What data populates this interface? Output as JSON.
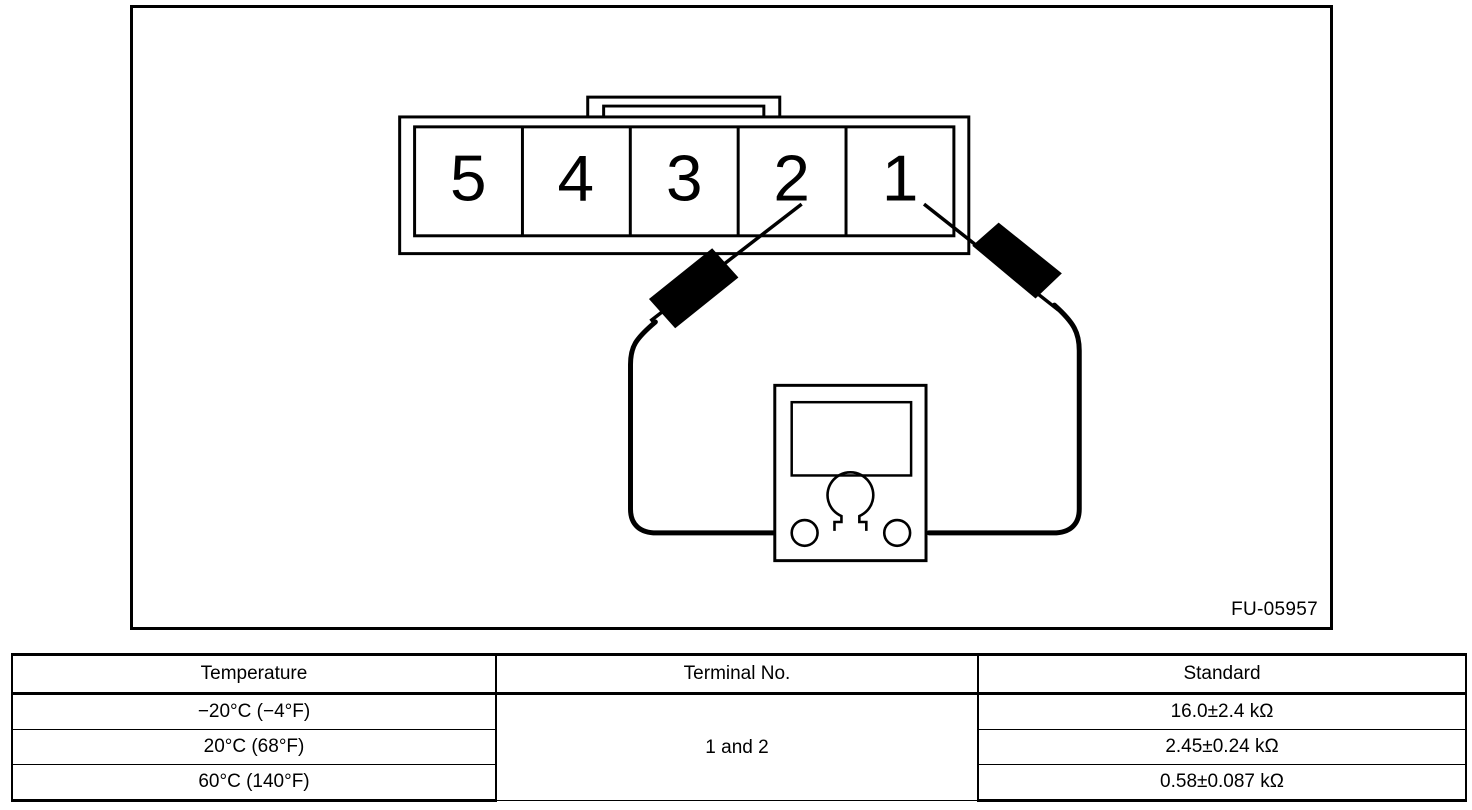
{
  "figure": {
    "code": "FU-05957",
    "connector": {
      "name": "5-pin connector",
      "pins": [
        "5",
        "4",
        "3",
        "2",
        "1"
      ],
      "probed_pins": [
        "2",
        "1"
      ]
    },
    "meter": {
      "name": "ohmmeter",
      "symbol": "Ω",
      "symbol_name": "ohm-symbol",
      "terminals": 2
    }
  },
  "table": {
    "headers": [
      "Temperature",
      "Terminal No.",
      "Standard"
    ],
    "terminal_no": "1 and 2",
    "rows": [
      {
        "temperature": "−20°C (−4°F)",
        "standard": "16.0±2.4 kΩ"
      },
      {
        "temperature": "20°C (68°F)",
        "standard": "2.45±0.24 kΩ"
      },
      {
        "temperature": "60°C (140°F)",
        "standard": "0.58±0.087 kΩ"
      }
    ]
  },
  "colors": {
    "ink": "#000000",
    "paper": "#ffffff"
  }
}
